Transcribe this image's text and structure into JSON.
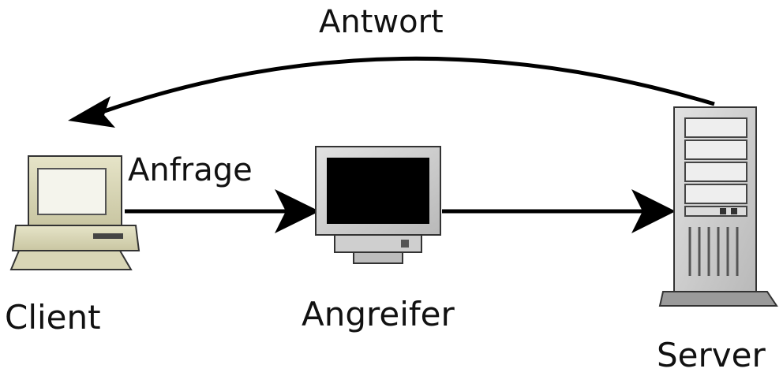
{
  "nodes": {
    "client": {
      "label": "Client"
    },
    "attacker": {
      "label": "Angreifer"
    },
    "server": {
      "label": "Server"
    }
  },
  "edges": {
    "request": {
      "label": "Anfrage"
    },
    "response": {
      "label": "Antwort"
    }
  }
}
